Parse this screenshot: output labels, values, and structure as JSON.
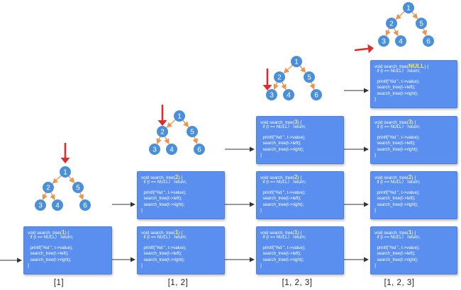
{
  "tree": {
    "nodes": [
      {
        "id": "1",
        "label": "1"
      },
      {
        "id": "2",
        "label": "2"
      },
      {
        "id": "5",
        "label": "5"
      },
      {
        "id": "3",
        "label": "3"
      },
      {
        "id": "4",
        "label": "4"
      },
      {
        "id": "6",
        "label": "6"
      }
    ],
    "edges": [
      [
        "1",
        "2"
      ],
      [
        "1",
        "5"
      ],
      [
        "2",
        "3"
      ],
      [
        "2",
        "4"
      ],
      [
        "5",
        "6"
      ]
    ]
  },
  "code": {
    "prefix": "void search_tree(",
    "suffix": ") {",
    "line_if": "  if (t == NULL〉 return;",
    "line_printf": "  printf(\"%d \", t->value);",
    "line_left": "  search_tree(t->left);",
    "line_right": "  search_tree(t->right);",
    "line_close": "}",
    "line_if_null": "  if (t == NULL〉 return;"
  },
  "stages": [
    {
      "caption": "[1]",
      "frames": [
        "1"
      ],
      "pointer": "1"
    },
    {
      "caption": "[1, 2]",
      "frames": [
        "2",
        "1"
      ],
      "pointer": "2"
    },
    {
      "caption": "[1, 2, 3]",
      "frames": [
        "3",
        "2",
        "1"
      ],
      "pointer": "3"
    },
    {
      "caption": "[1, 2, 3]",
      "frames": [
        "NULL",
        "3",
        "2",
        "1"
      ],
      "pointer": "NULL"
    }
  ],
  "colors": {
    "node": "#4a90d9",
    "edge": "#f0924a",
    "frame": "#5a8ff0",
    "pointer": "#e02b2b",
    "param": "#ffe14d"
  }
}
